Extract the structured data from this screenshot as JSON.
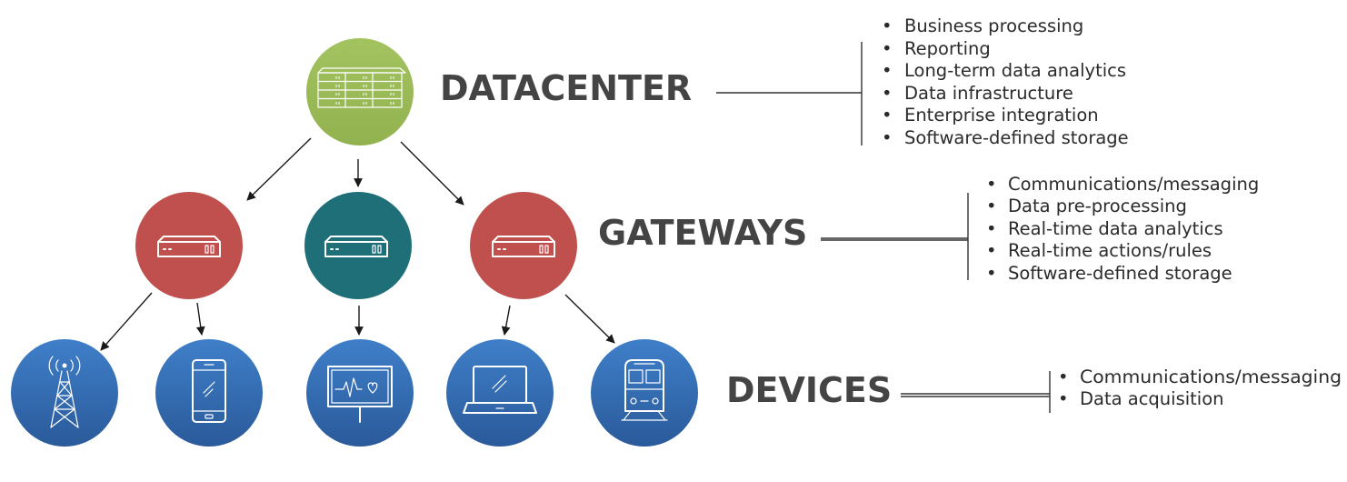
{
  "colors": {
    "datacenter": "#9bbb59",
    "gateway_red": "#c0504d",
    "gateway_teal": "#1f6f78",
    "device_blue": "#2e6db5",
    "title_text": "#444444"
  },
  "tiers": {
    "datacenter": {
      "title": "DATACENTER",
      "features": [
        "Business processing",
        "Reporting",
        "Long-term data analytics",
        "Data infrastructure",
        "Enterprise integration",
        "Software-defined storage"
      ]
    },
    "gateways": {
      "title": "GATEWAYS",
      "features": [
        "Communications/messaging",
        "Data pre-processing",
        "Real-time data analytics",
        "Real-time actions/rules",
        "Software-defined storage"
      ]
    },
    "devices": {
      "title": "DEVICES",
      "features": [
        "Communications/messaging",
        "Data acquisition"
      ]
    }
  },
  "nodes": {
    "datacenter_icon": "server-rack-icon",
    "gateway_icon": "gateway-box-icon",
    "device_icons": [
      "cell-tower-icon",
      "smartphone-icon",
      "heart-monitor-icon",
      "laptop-icon",
      "train-icon"
    ]
  },
  "bullet": "•"
}
